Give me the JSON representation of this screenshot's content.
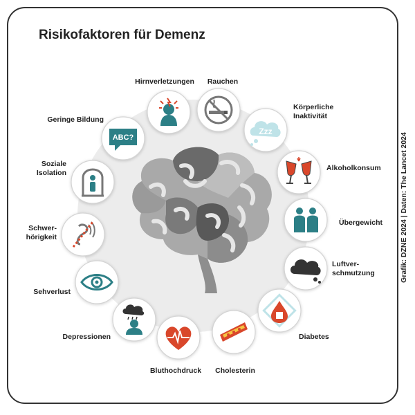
{
  "title": "Risikofaktoren für Demenz",
  "credit": "Grafik: DZNE 2024 | Daten: The Lancet 2024",
  "colors": {
    "teal": "#2c7f86",
    "red": "#d9472b",
    "grey": "#888888",
    "light": "#bfe3e8"
  },
  "factors": [
    {
      "id": "hirnverletzungen",
      "icon": "head-injury-icon",
      "lines": [
        "Hirnverletzungen"
      ]
    },
    {
      "id": "rauchen",
      "icon": "no-smoking-icon",
      "lines": [
        "Rauchen"
      ]
    },
    {
      "id": "koerperliche-inaktivitaet",
      "icon": "sleep-zzz-icon",
      "lines": [
        "Körperliche",
        "Inaktivität"
      ]
    },
    {
      "id": "alkoholkonsum",
      "icon": "wine-glasses-icon",
      "lines": [
        "Alkoholkonsum"
      ]
    },
    {
      "id": "uebergewicht",
      "icon": "overweight-people-icon",
      "lines": [
        "Übergewicht"
      ]
    },
    {
      "id": "luftverschmutzung",
      "icon": "smog-cloud-icon",
      "lines": [
        "Luftver-",
        "schmutzung"
      ]
    },
    {
      "id": "diabetes",
      "icon": "sugar-drop-icon",
      "lines": [
        "Diabetes"
      ]
    },
    {
      "id": "cholesterin",
      "icon": "artery-plaque-icon",
      "lines": [
        "Cholesterin"
      ]
    },
    {
      "id": "bluthochdruck",
      "icon": "heartbeat-icon",
      "lines": [
        "Bluthochdruck"
      ]
    },
    {
      "id": "depressionen",
      "icon": "rain-cloud-person-icon",
      "lines": [
        "Depressionen"
      ]
    },
    {
      "id": "sehverlust",
      "icon": "eye-icon",
      "lines": [
        "Sehverlust"
      ]
    },
    {
      "id": "schwerhoerigkeit",
      "icon": "hearing-loss-icon",
      "lines": [
        "Schwer-",
        "hörigkeit"
      ]
    },
    {
      "id": "soziale-isolation",
      "icon": "isolated-person-icon",
      "lines": [
        "Soziale",
        "Isolation"
      ]
    },
    {
      "id": "geringe-bildung",
      "icon": "abc-speech-icon",
      "lines": [
        "Geringe Bildung"
      ]
    }
  ]
}
